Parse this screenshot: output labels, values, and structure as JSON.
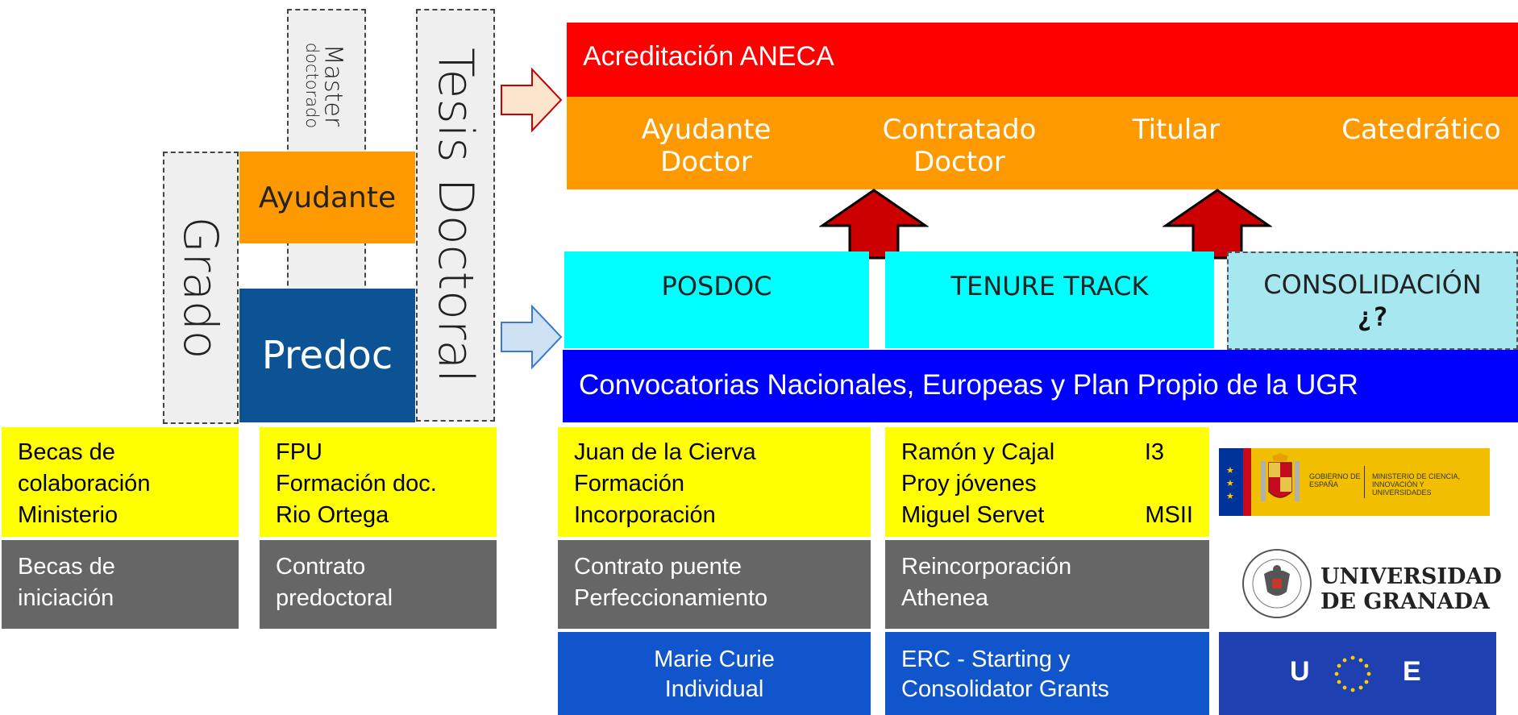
{
  "vertical": {
    "grado": "Grado",
    "master": "Master",
    "master_sub": "doctorado",
    "tesis": "Tesis Doctoral"
  },
  "left_boxes": {
    "ayudante": "Ayudante",
    "predoc": "Predoc"
  },
  "aneca": {
    "title": "Acreditación ANECA",
    "ranks": [
      {
        "line1": "Ayudante",
        "line2": "Doctor"
      },
      {
        "line1": "Contratado",
        "line2": "Doctor"
      },
      {
        "line1": "Titular",
        "line2": ""
      },
      {
        "line1": "Catedrático",
        "line2": ""
      }
    ]
  },
  "stages": {
    "posdoc": "POSDOC",
    "tenure": "TENURE TRACK",
    "consolidacion": "CONSOLIDACIÓN",
    "consolidacion_q": "¿?"
  },
  "convocatorias": "Convocatorias Nacionales, Europeas y Plan Propio de la UGR",
  "grid": {
    "col1_yellow": [
      "Becas de",
      "colaboración",
      "Ministerio"
    ],
    "col1_grey": [
      "Becas de",
      "iniciación"
    ],
    "col2_yellow": [
      "FPU",
      "Formación doc.",
      "Rio Ortega"
    ],
    "col2_grey": [
      "Contrato",
      "predoctoral"
    ],
    "col3_yellow": [
      "Juan de la Cierva",
      "Formación",
      "Incorporación"
    ],
    "col3_grey": [
      "Contrato puente",
      "Perfeccionamiento"
    ],
    "col3_blue": [
      "Marie Curie",
      "Individual"
    ],
    "col4_yellow": [
      {
        "a": "Ramón y Cajal",
        "b": "I3"
      },
      {
        "a": "Proy jóvenes",
        "b": ""
      },
      {
        "a": "Miguel Servet",
        "b": "MSII"
      }
    ],
    "col4_grey": [
      "Reincorporación",
      "Athenea"
    ],
    "col4_blue": [
      "ERC - Starting y",
      "Consolidator Grants"
    ]
  },
  "logos": {
    "gobierno": "GOBIERNO DE ESPAÑA",
    "ministerio": "MINISTERIO DE CIENCIA, INNOVACIÓN Y UNIVERSIDADES",
    "ugr": [
      "UNIVERSIDAD",
      "DE GRANADA"
    ],
    "eu_u": "U",
    "eu_e": "E"
  }
}
